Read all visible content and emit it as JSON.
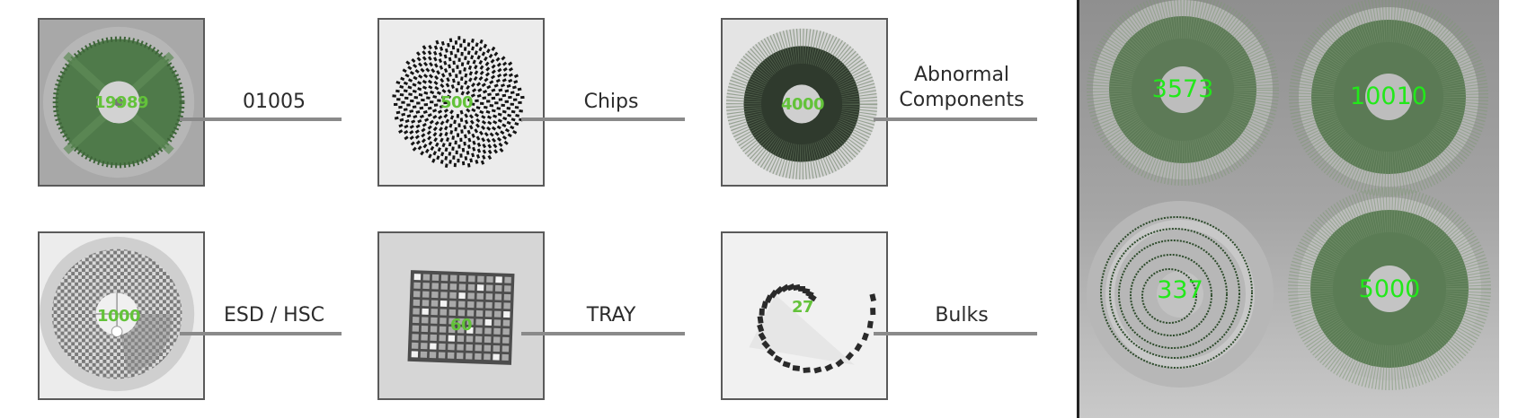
{
  "categories": [
    {
      "label": "01005",
      "count": "19989"
    },
    {
      "label": "Chips",
      "count": "500"
    },
    {
      "label_line1": "Abnormal",
      "label_line2": "Components",
      "count": "4000"
    },
    {
      "label": "ESD / HSC",
      "count": "1000"
    },
    {
      "label": "TRAY",
      "count": "60"
    },
    {
      "label": "Bulks",
      "count": "27"
    }
  ],
  "xray_panel": {
    "reel_counts": [
      "3573",
      "10010",
      "337",
      "5000"
    ]
  },
  "colors": {
    "count_text": "#63c23a",
    "xray_count_text": "#22e81a",
    "tile_border": "#5a5a5a",
    "connector": "#8a8a8a",
    "reel_green": "#4f7a4a"
  }
}
